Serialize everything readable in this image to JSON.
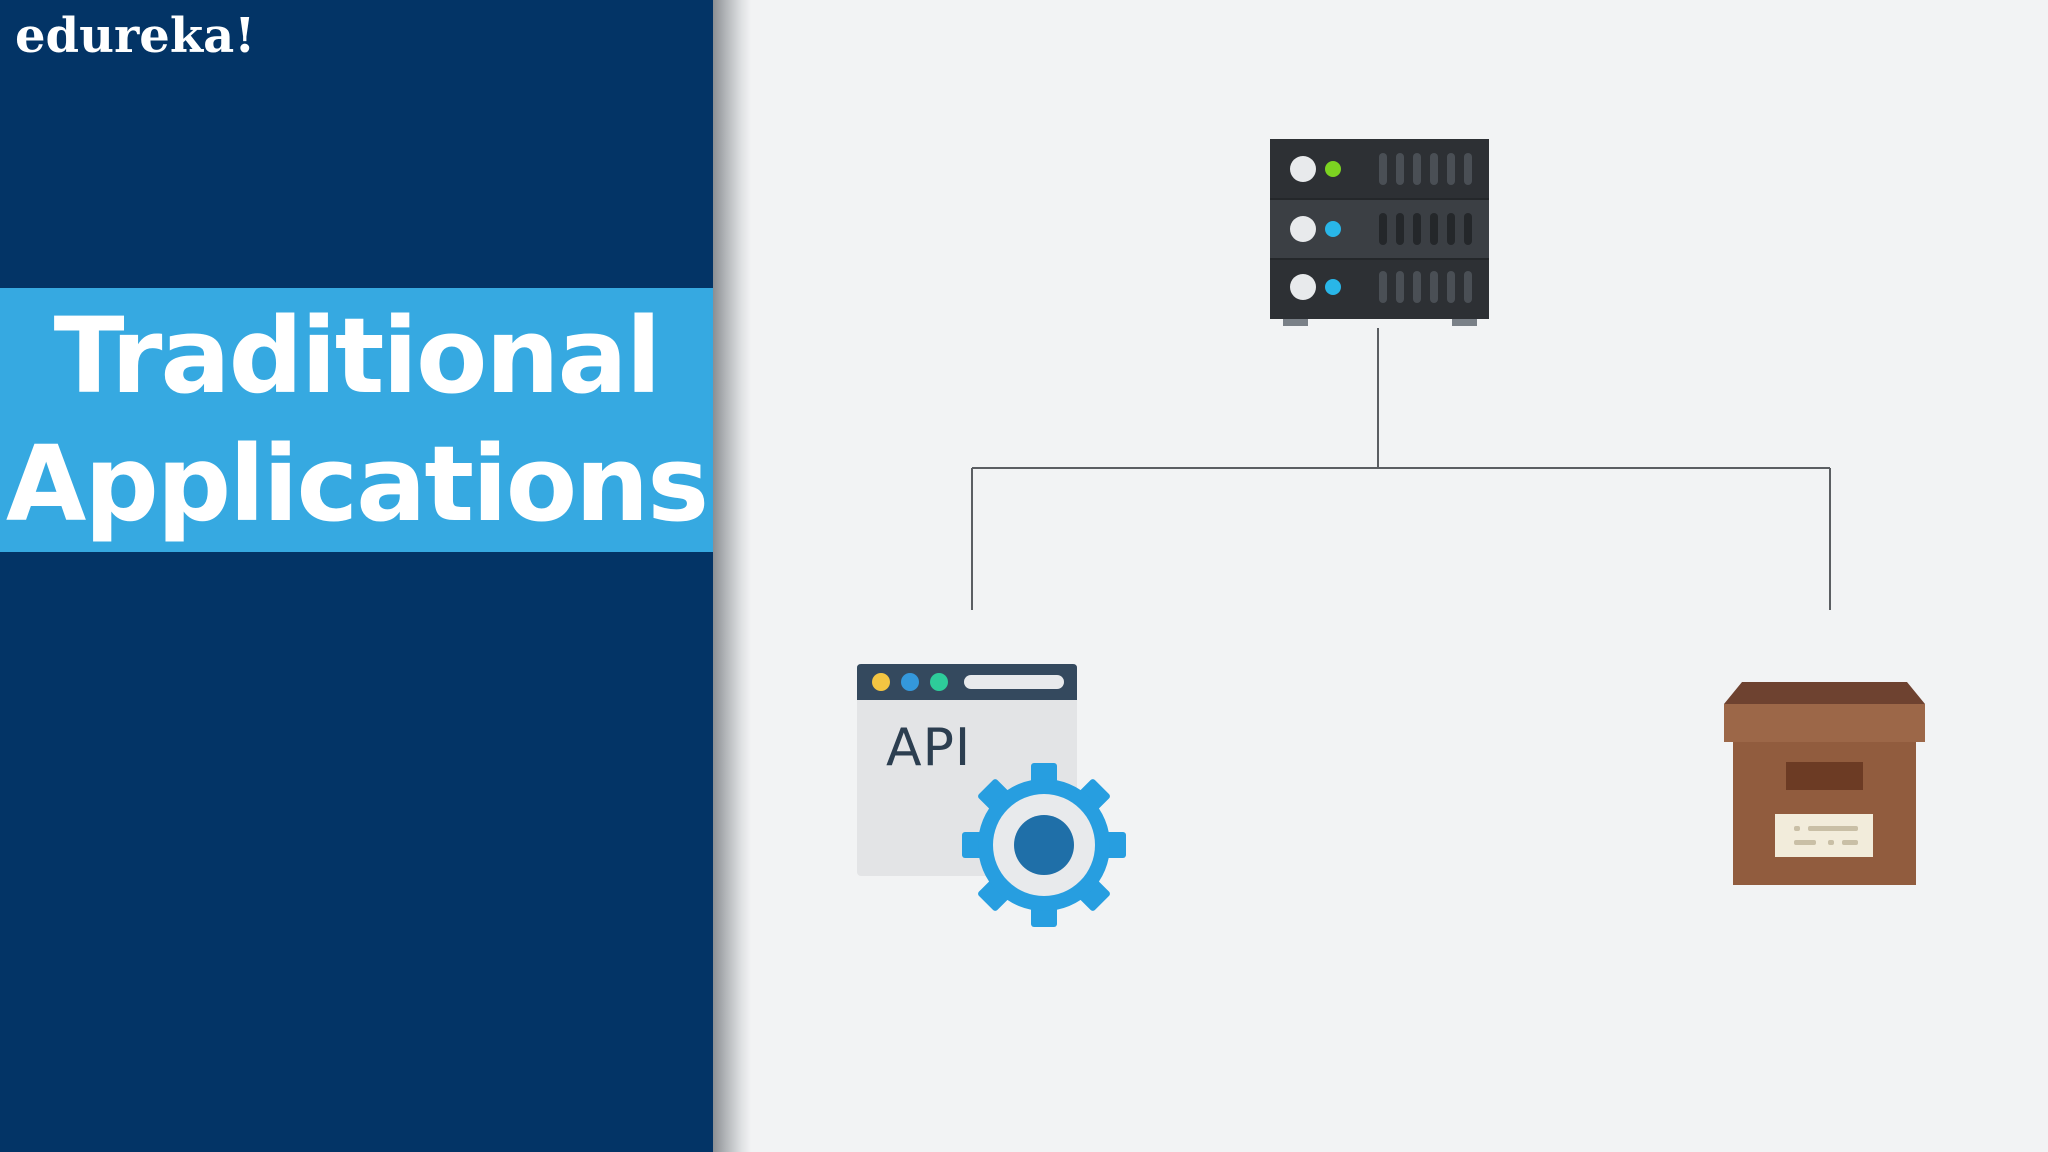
{
  "brand": {
    "logo_text": "edureka!"
  },
  "slide": {
    "title_line1": "Traditional",
    "title_line2": "Applications"
  },
  "diagram": {
    "api_label": "API",
    "nodes": {
      "top": "server-icon",
      "left": "api-gear-icon",
      "right": "archive-box-icon"
    }
  },
  "colors": {
    "panel": "#033466",
    "title_band": "#36a9e1",
    "background": "#f2f3f4"
  }
}
